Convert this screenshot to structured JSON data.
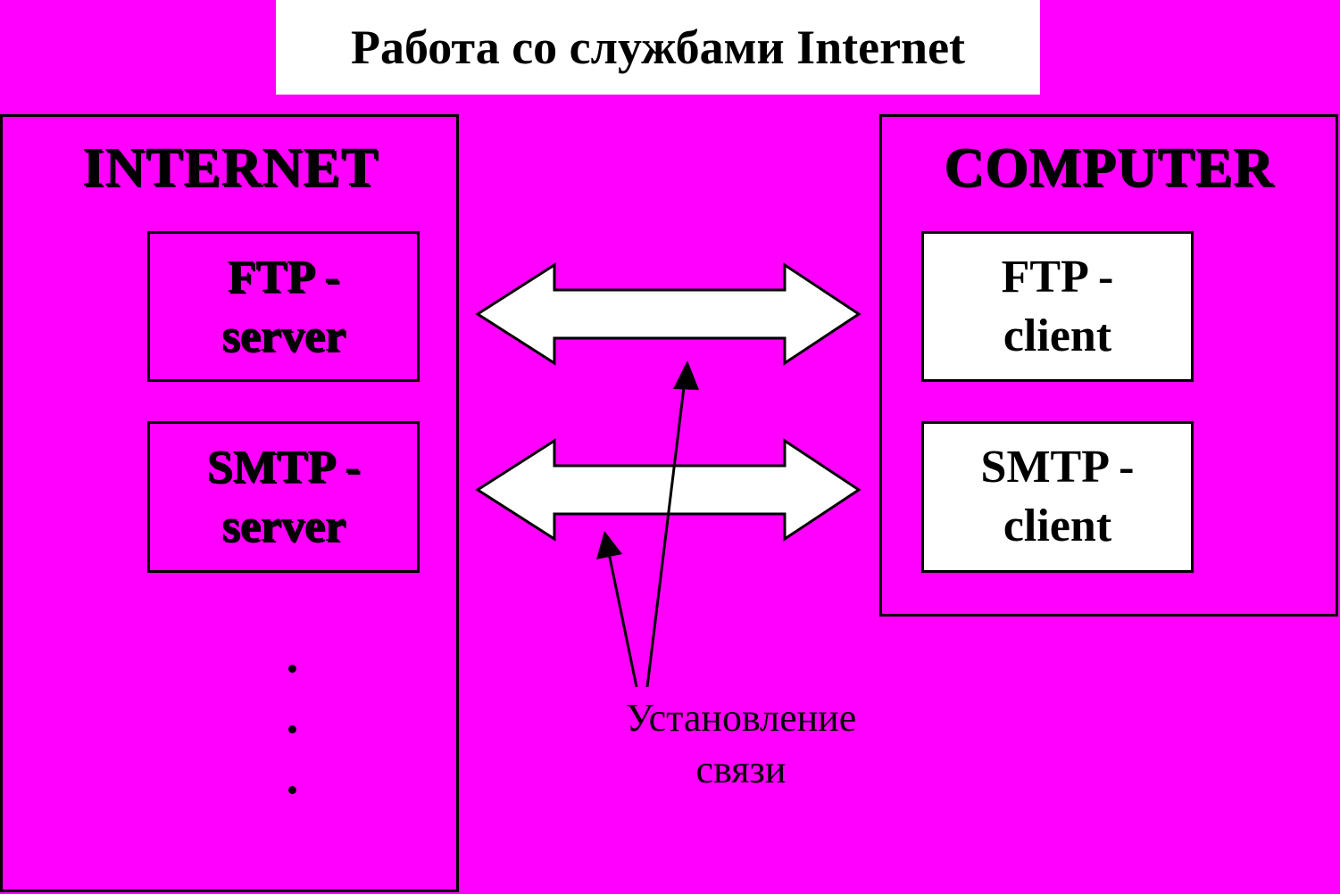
{
  "title": "Работа со службами Internet",
  "internet_panel": {
    "heading": "INTERNET",
    "services": [
      {
        "line1": "FTP -",
        "line2": "server"
      },
      {
        "line1": "SMTP -",
        "line2": "server"
      }
    ],
    "continuation": "..."
  },
  "computer_panel": {
    "heading": "COMPUTER",
    "services": [
      {
        "line1": "FTP -",
        "line2": "client"
      },
      {
        "line1": "SMTP -",
        "line2": "client"
      }
    ]
  },
  "connection_label": {
    "line1": "Установление",
    "line2": "связи"
  },
  "colors": {
    "background": "#FF00FF",
    "title_box": "#FFFFFF",
    "client_box": "#FFFFFF",
    "stroke": "#000000"
  }
}
